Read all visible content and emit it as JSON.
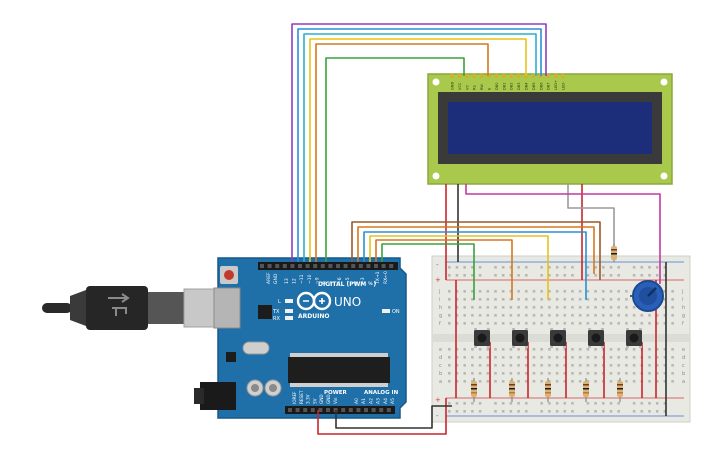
{
  "board": {
    "brand": "ARDUINO",
    "model": "UNO",
    "digital_header_label": "DIGITAL (PWM ~)",
    "power_label": "POWER",
    "analog_label": "ANALOG IN",
    "led_l": "L",
    "led_tx": "TX",
    "led_rx": "RX",
    "led_on": "ON",
    "pin_aref": "AREF",
    "pin_gnd": "GND",
    "digital_pins": [
      "13",
      "12",
      "~11",
      "~10",
      "~9",
      "8",
      "7",
      "~6",
      "~5",
      "4",
      "~3",
      "2",
      "TX→1",
      "RX←0"
    ],
    "power_pins": [
      "IOREF",
      "RESET",
      "3.3V",
      "5V",
      "GND",
      "GND",
      "Vin"
    ],
    "analog_pins": [
      "A0",
      "A1",
      "A2",
      "A3",
      "A4",
      "A5"
    ]
  },
  "lcd": {
    "pins": [
      "GND",
      "VCC",
      "V0",
      "RS",
      "RW",
      "E",
      "DB0",
      "DB1",
      "DB2",
      "DB3",
      "DB4",
      "DB5",
      "DB6",
      "DB7",
      "LED+",
      "LED-"
    ]
  },
  "breadboard": {
    "rail_plus": "+",
    "rail_minus": "-",
    "row_letters_top": [
      "j",
      "i",
      "h",
      "g",
      "f"
    ],
    "row_letters_bottom": [
      "e",
      "d",
      "c",
      "b",
      "a"
    ]
  },
  "colors": {
    "board": "#1f6fa8",
    "lcd_pcb": "#a8c94c",
    "lcd_screen": "#1c2e7a",
    "breadboard": "#e9e9e4",
    "wire_red": "#c9252b",
    "wire_black": "#333333",
    "wire_purple": "#8e3ec0",
    "wire_blue": "#2b8fd6",
    "wire_cyan": "#29b2c9",
    "wire_orange": "#d4781f",
    "wire_yellow": "#e8c21a",
    "wire_green": "#3aa23a",
    "wire_brown": "#9a5a2a",
    "wire_pink": "#c43a9e",
    "wire_gray": "#9a9a9a"
  }
}
